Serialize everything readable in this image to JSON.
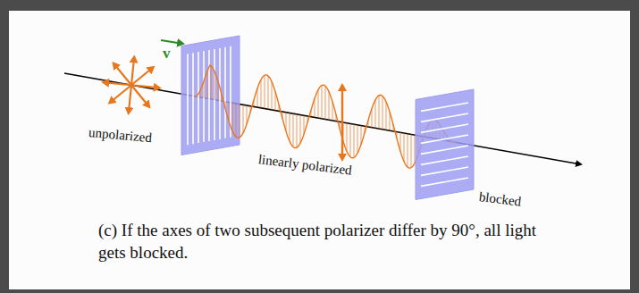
{
  "diagram": {
    "caption": "(c) If the axes of two subsequent polarizer differ by 90°, all light gets blocked.",
    "labels": [
      "v",
      "unpolarized",
      "linearly polarized",
      "blocked"
    ]
  }
}
